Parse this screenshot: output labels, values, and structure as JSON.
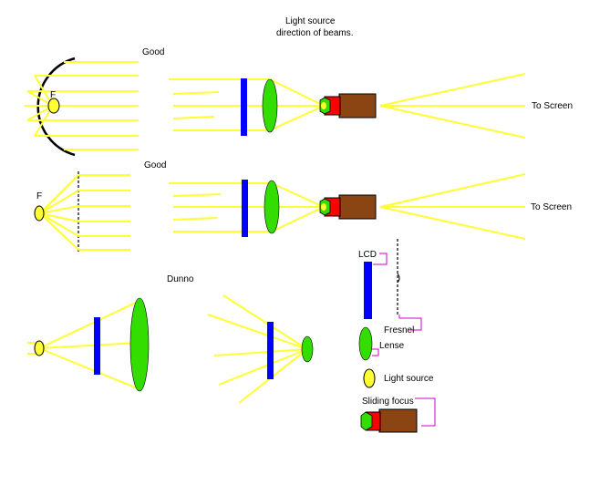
{
  "title": {
    "line1": "Light source",
    "line2": "direction of beams."
  },
  "labels": {
    "good_1": "Good",
    "good_2": "Good",
    "dunno": "Dunno",
    "focus_1": "F",
    "focus_2": "F",
    "to_screen_1": "To Screen",
    "to_screen_2": "To Screen"
  },
  "legend": {
    "lcd": "LCD",
    "fresnel": "Fresnel",
    "lense": "Lense",
    "light_source": "Light source",
    "sliding_focus": "Sliding focus"
  },
  "colors": {
    "beam": "#ffff33",
    "lcd": "#0000ff",
    "lens": "#33dd00",
    "lamp": "#ffff33",
    "tube_red": "#ff0000",
    "tube_brown": "#8b4513",
    "callout": "#cc00cc"
  }
}
